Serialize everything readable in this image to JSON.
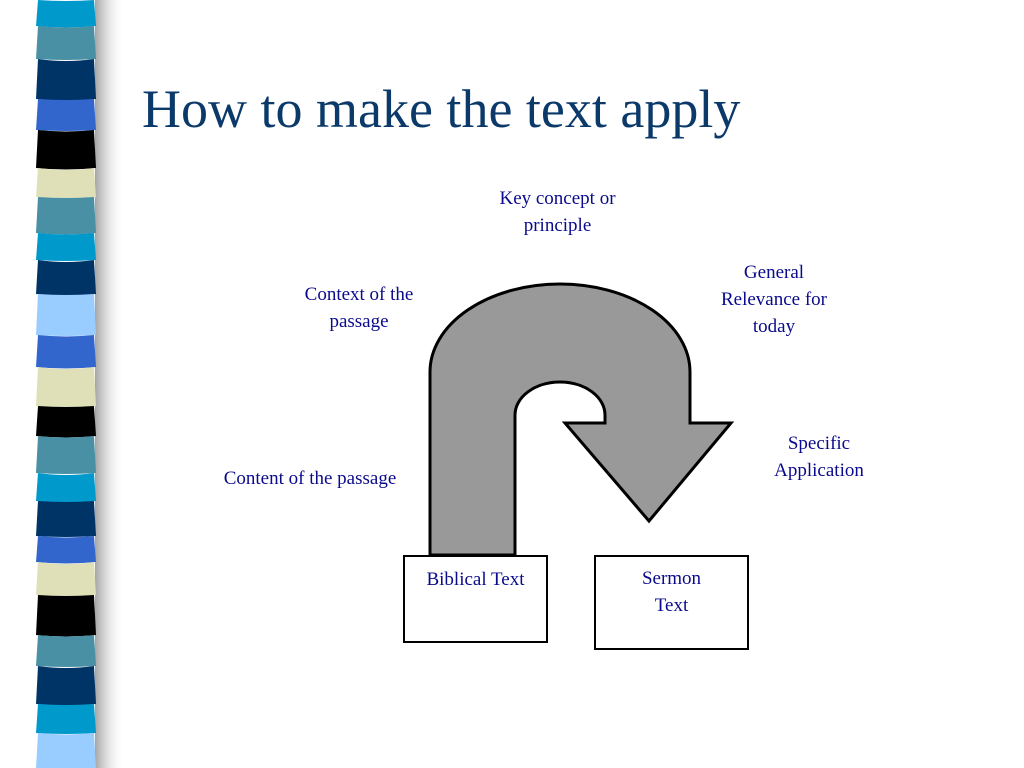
{
  "slide": {
    "title": "How to make the text apply"
  },
  "colors": {
    "title": "#0b3a6a",
    "label_text": "#0a0a8c",
    "arrow_fill": "#999999",
    "arrow_stroke": "#000000",
    "stripe_palette": [
      "#003366",
      "#4a90a4",
      "#3366cc",
      "#e0e0b8",
      "#000000",
      "#0099cc",
      "#99ccff",
      "#003b73"
    ]
  },
  "labels": {
    "key_concept": "Key concept or\nprinciple",
    "context": "Context of the\npassage",
    "general_relevance": "General\nRelevance for\ntoday",
    "specific_application": "Specific\nApplication",
    "content": "Content of the passage"
  },
  "boxes": {
    "biblical_text": "Biblical Text",
    "sermon_text": "Sermon\nText"
  },
  "icons": {
    "decorative_stripe": "vertical-multicolor-stripe",
    "arrow": "u-turn-arrow"
  }
}
